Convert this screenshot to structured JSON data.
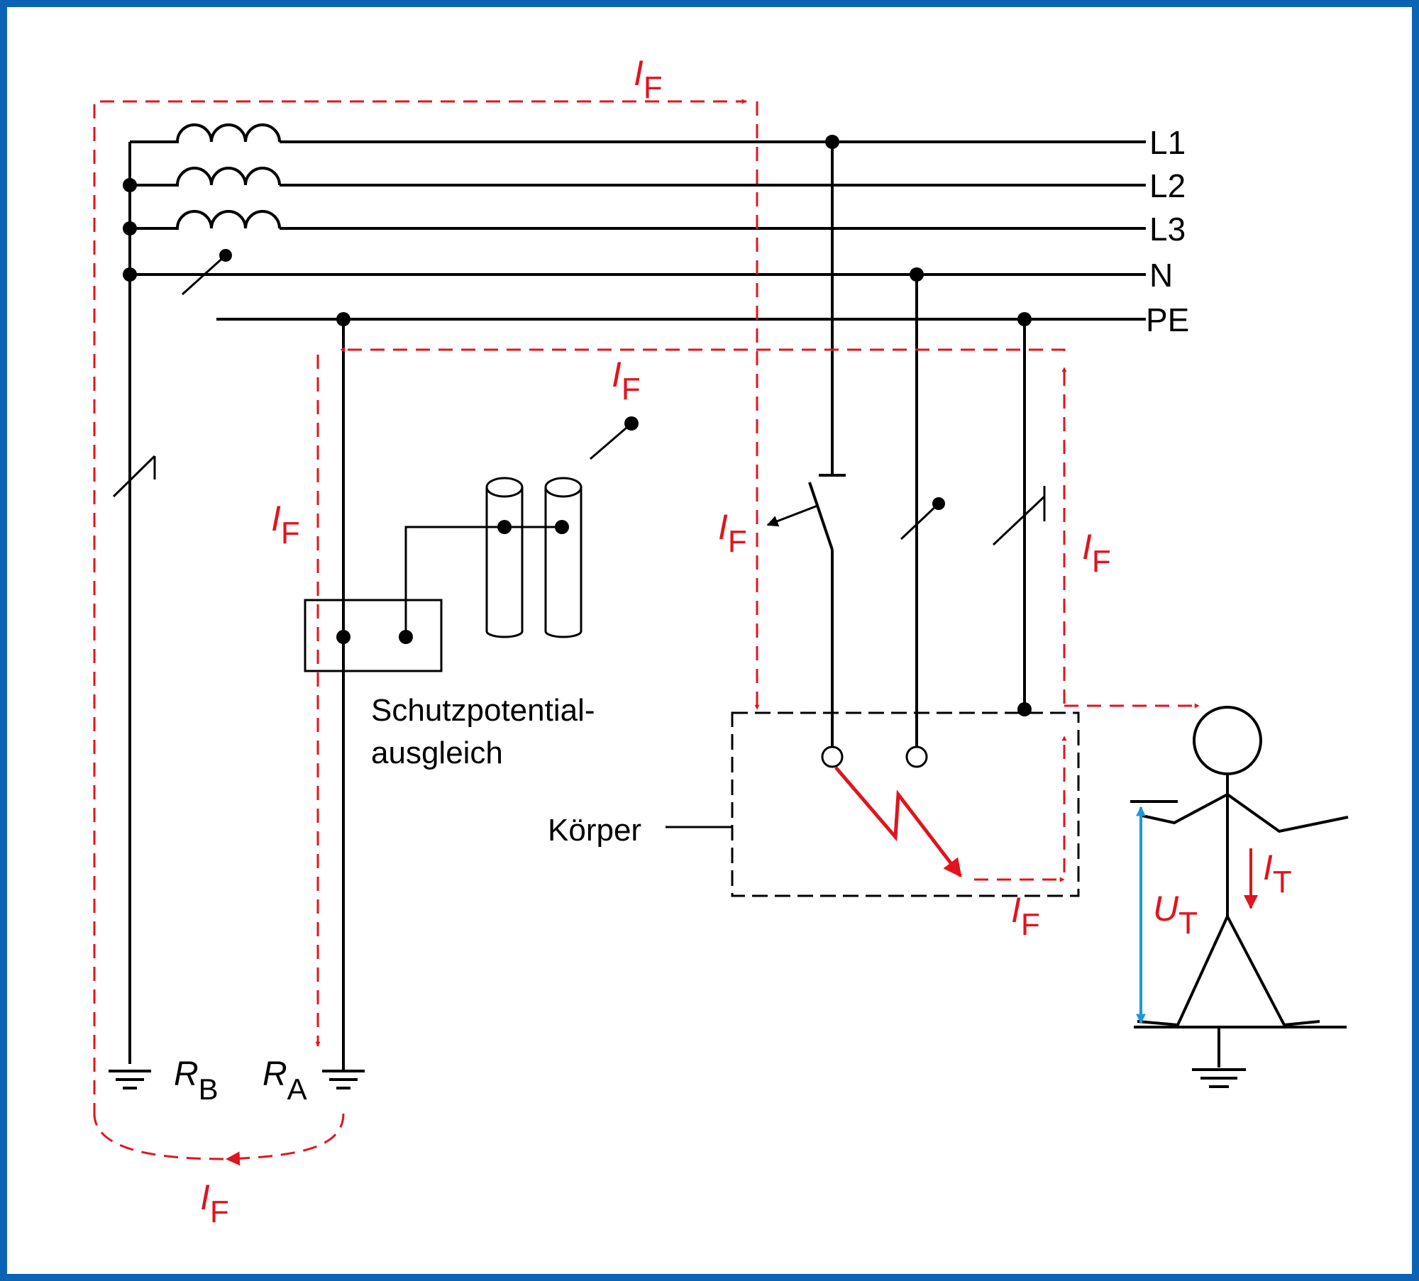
{
  "conductors": {
    "l1": "L1",
    "l2": "L2",
    "l3": "L3",
    "n": "N",
    "pe": "PE"
  },
  "labels": {
    "equipotential_line1": "Schutzpotential-",
    "equipotential_line2": "ausgleich",
    "body": "Körper"
  },
  "symbols": {
    "fault_current": {
      "main": "I",
      "sub": "F"
    },
    "touch_current": {
      "main": "I",
      "sub": "T"
    },
    "touch_voltage": {
      "main": "U",
      "sub": "T"
    },
    "resistance_b": {
      "main": "R",
      "sub": "B"
    },
    "resistance_a": {
      "main": "R",
      "sub": "A"
    }
  },
  "colors": {
    "frame": "#0b63b5",
    "wire": "#000000",
    "fault_path": "#e0141e",
    "voltage_arrow": "#1a9ad6"
  }
}
